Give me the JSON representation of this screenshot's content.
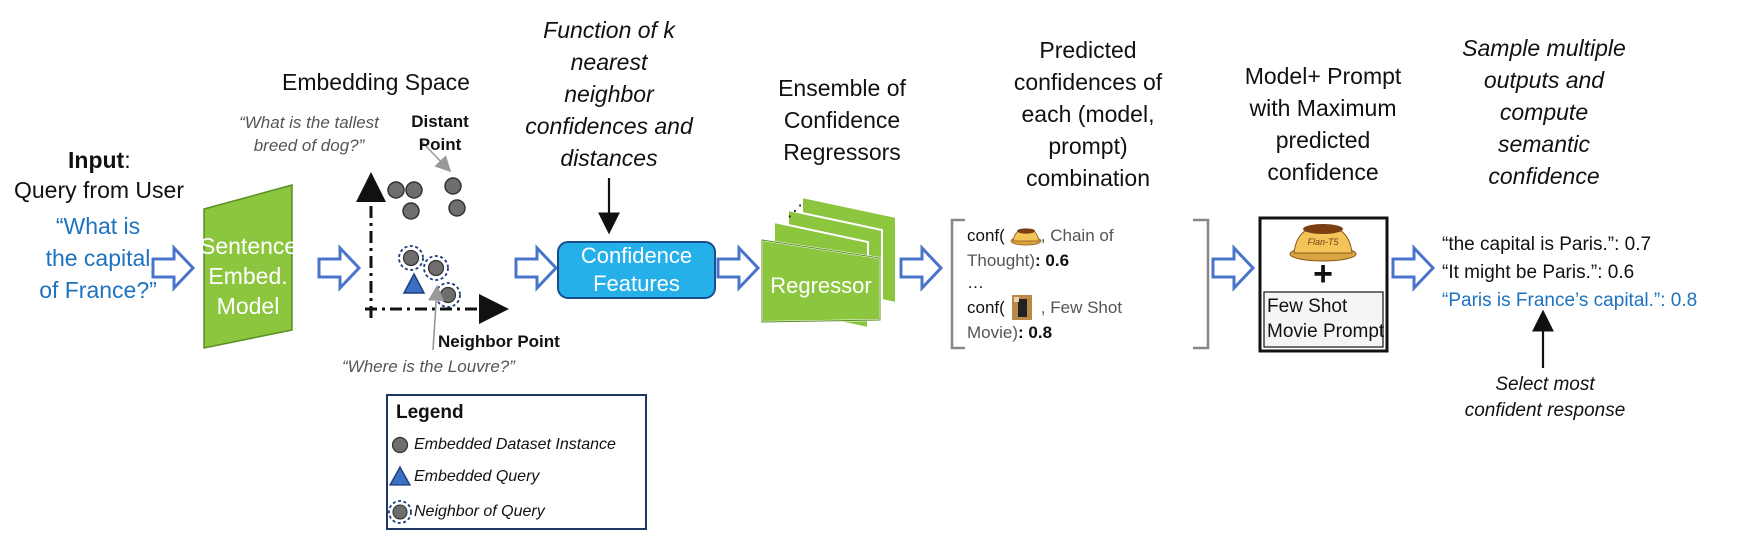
{
  "colors": {
    "green": "#8cc63f",
    "green_border": "#5a8f22",
    "cyan": "#25b0ea",
    "cyan_border": "#1a4f8c",
    "arrow": "#4a74c9",
    "query_blue": "#1e73be",
    "dot_gray": "#6e6e6e",
    "triangle_blue": "#3a6fc4"
  },
  "input": {
    "title_bold": "Input",
    "title_rest": ":",
    "subtitle": "Query from User",
    "query_lines": [
      "“What is",
      "the capital",
      "of France?”"
    ]
  },
  "sentence_model": {
    "lines": [
      "Sentence",
      "Embed.",
      "Model"
    ]
  },
  "embedding_space": {
    "title": "Embedding Space",
    "distant_query_lines": [
      "“What is the tallest",
      "breed of dog?”"
    ],
    "distant_label_lines": [
      "Distant",
      "Point"
    ],
    "neighbor_label": "Neighbor Point",
    "neighbor_query": "“Where is the Louvre?”"
  },
  "legend": {
    "title": "Legend",
    "items": [
      {
        "icon": "gray-dot-icon",
        "label": "Embedded Dataset Instance"
      },
      {
        "icon": "blue-triangle-icon",
        "label": "Embedded Query"
      },
      {
        "icon": "dashed-ring-dot-icon",
        "label": "Neighbor of Query"
      }
    ]
  },
  "features": {
    "caption_lines": [
      "Function of k",
      "nearest",
      "neighbor",
      "confidences and",
      "distances"
    ],
    "box_lines": [
      "Confidence",
      "Features"
    ]
  },
  "regressors": {
    "caption_lines": [
      "Ensemble of",
      "Confidence",
      "Regressors"
    ],
    "box_label": "Regressor",
    "ellipsis": "⋰"
  },
  "predictions": {
    "caption_lines": [
      "Predicted",
      "confidences of",
      "each (model,",
      "prompt)",
      "combination"
    ],
    "row1_prefix": "conf(",
    "row1_icon": "flan-t5-pudding-icon",
    "row1_name": ", Chain of",
    "row1_line2": "Thought)",
    "row1_value": ": 0.6",
    "ellipsis": "…",
    "row2_prefix": "conf(",
    "row2_icon": "movie-figure-icon",
    "row2_name": ", Few Shot",
    "row2_line2": "Movie)",
    "row2_value": ": 0.8"
  },
  "best": {
    "caption_lines": [
      "Model+ Prompt",
      "with Maximum",
      "predicted",
      "confidence"
    ],
    "pudding_label": "Flan-T5",
    "plus": "+",
    "prompt_lines": [
      "Few Shot",
      "Movie Prompt"
    ]
  },
  "sampling": {
    "caption_lines": [
      "Sample multiple",
      "outputs and",
      "compute",
      "semantic",
      "confidence"
    ],
    "outputs": [
      {
        "text": "“the capital is Paris.”: 0.7"
      },
      {
        "text": "“It might be Paris.”: 0.6"
      },
      {
        "text": "“Paris is France’s capital.”: 0.8"
      }
    ],
    "select_lines": [
      "Select most",
      "confident response"
    ]
  }
}
